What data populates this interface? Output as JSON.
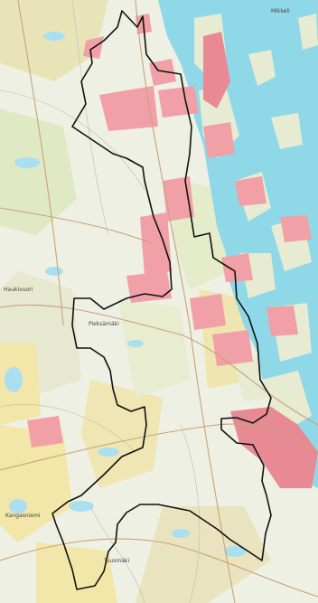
{
  "map": {
    "colors": {
      "land": "#eef0e3",
      "forest": "#dfe9c4",
      "field": "#f2e6a8",
      "water": "#8fd8e8",
      "lake": "#a9dff0",
      "pink_area": "#f2a0a8",
      "boundary": "#111111",
      "road": "#c9a27a",
      "urban": "#e78a93"
    },
    "labels": {
      "top_right": "Mikkeli",
      "mid_left": "Haukivuori",
      "center_left": "Pieksämäki",
      "bottom_left": "Kangasniemi",
      "bottom_mid": "Tuusmäki"
    }
  }
}
